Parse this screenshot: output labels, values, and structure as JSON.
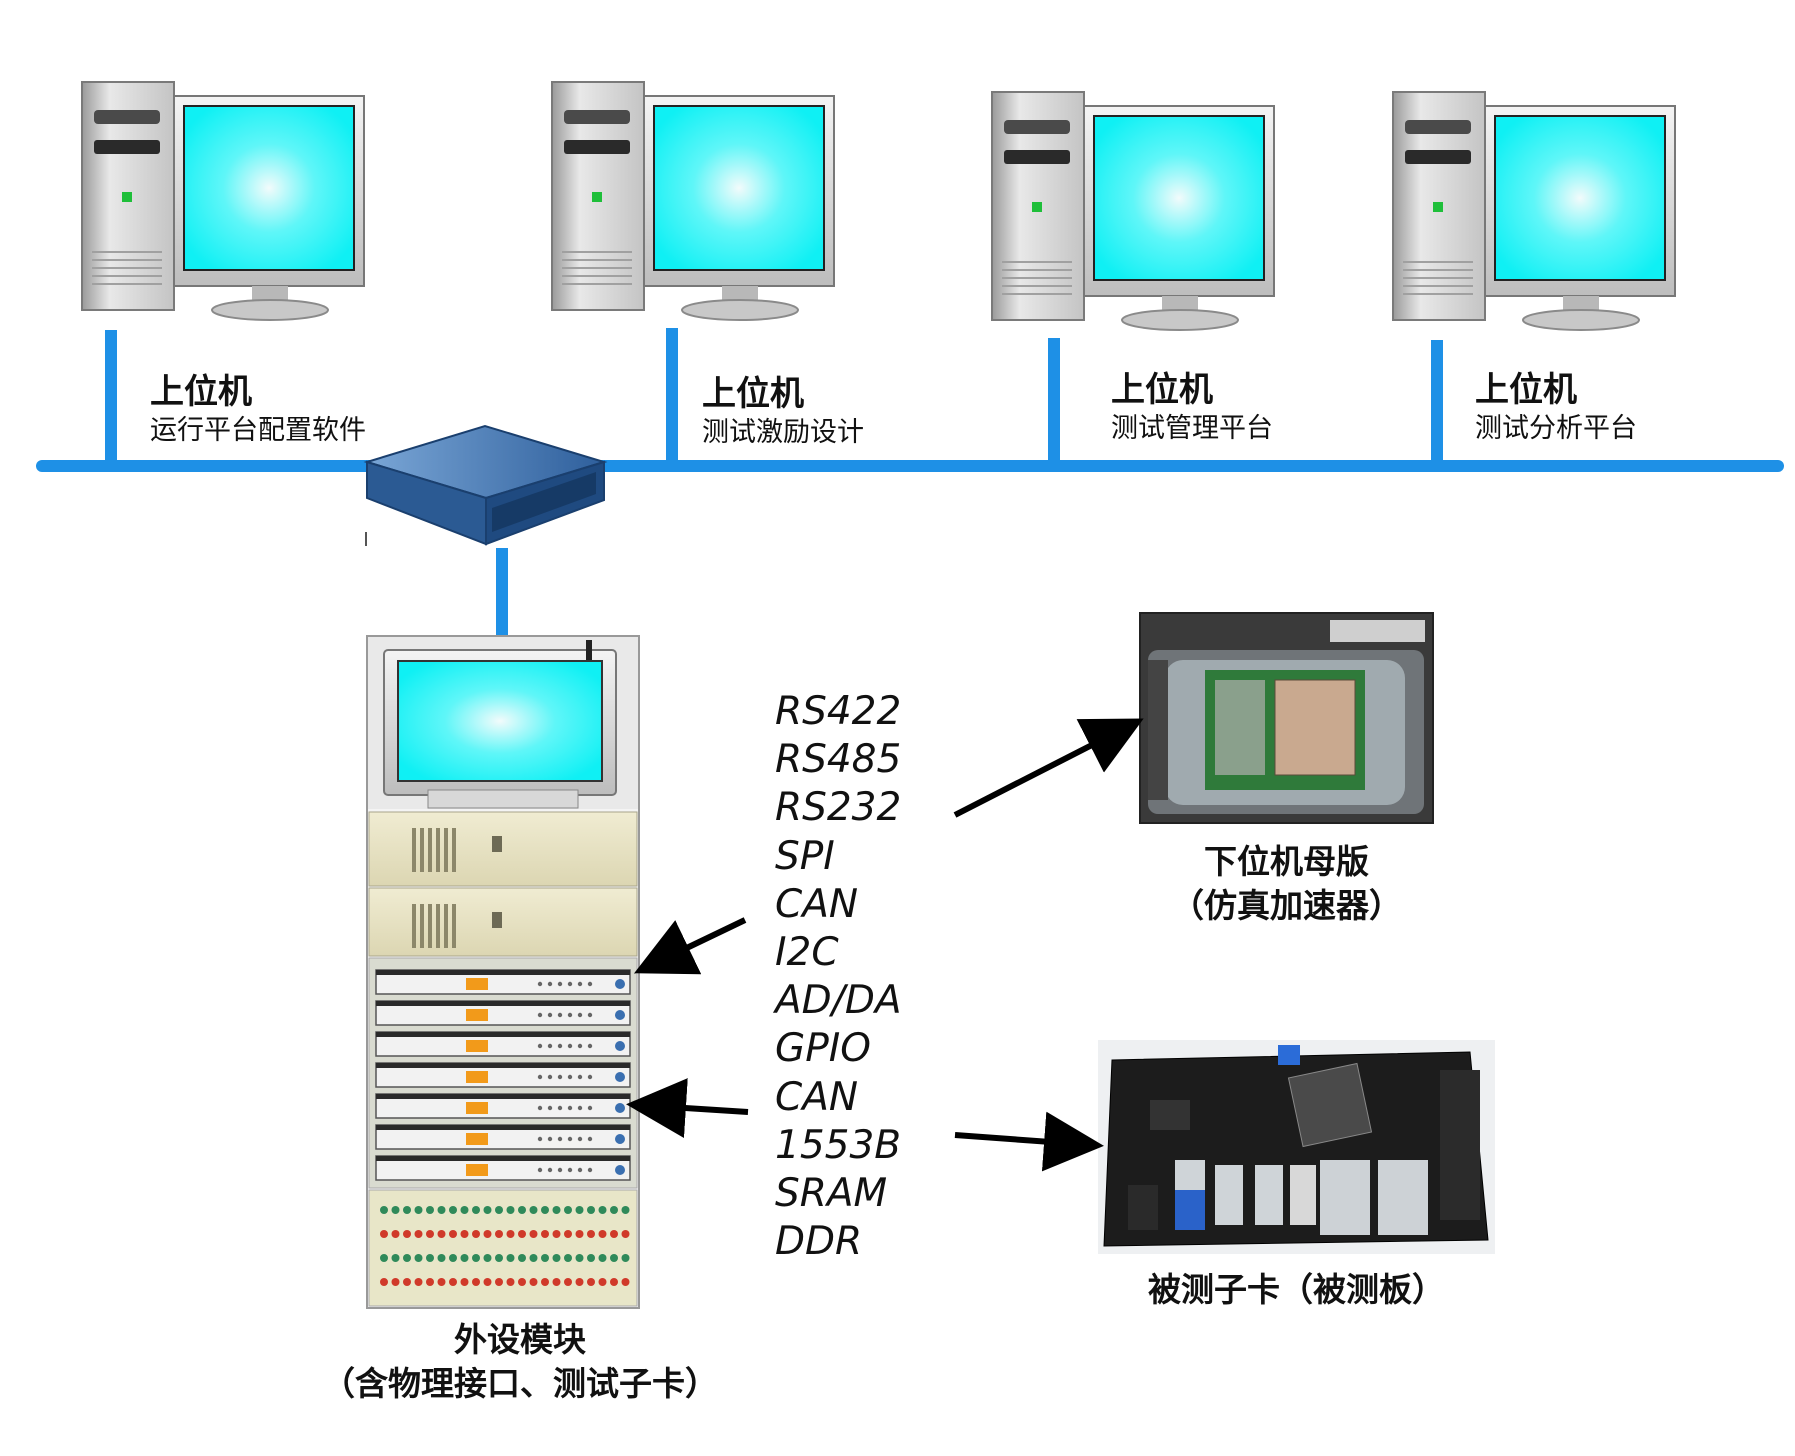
{
  "hosts": [
    {
      "title": "上位机",
      "subtitle": "运行平台配置软件"
    },
    {
      "title": "上位机",
      "subtitle": "测试激励设计"
    },
    {
      "title": "上位机",
      "subtitle": "测试管理平台"
    },
    {
      "title": "上位机",
      "subtitle": "测试分析平台"
    }
  ],
  "protocols": [
    "RS422",
    "RS485",
    "RS232",
    "SPI",
    "CAN",
    "I2C",
    "AD/DA",
    "GPIO",
    "CAN",
    "1553B",
    "SRAM",
    "DDR"
  ],
  "lower_board": {
    "line1": "下位机母版",
    "line2": "（仿真加速器）"
  },
  "dut_board": {
    "label": "被测子卡（被测板）"
  },
  "peripheral": {
    "line1": "外设模块",
    "line2": "（含物理接口、测试子卡）"
  },
  "colors": {
    "network": "#1e90e6",
    "screen": "#19f0f5",
    "arrow": "#000000"
  }
}
